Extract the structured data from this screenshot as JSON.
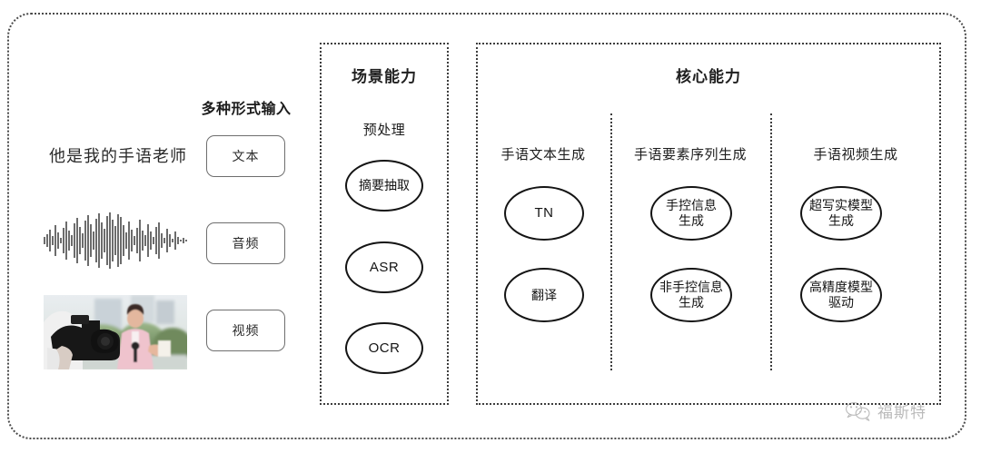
{
  "diagram": {
    "outer_frame": "rounded-dotted-container",
    "input_section": {
      "heading": "多种形式输入",
      "sample_sentence": "他是我的手语老师",
      "modalities": [
        {
          "label": "文本",
          "media": "text-sentence"
        },
        {
          "label": "音频",
          "media": "audio-waveform"
        },
        {
          "label": "视频",
          "media": "video-thumbnail"
        }
      ],
      "video_thumbnail_alt": "摄像师拍摄手持话筒的女记者"
    },
    "scene_panel": {
      "title": "场景能力",
      "group_label": "预处理",
      "nodes": [
        {
          "label": "摘要抽取",
          "script": "cjk"
        },
        {
          "label": "ASR",
          "script": "latin"
        },
        {
          "label": "OCR",
          "script": "latin"
        }
      ]
    },
    "core_panel": {
      "title": "核心能力",
      "columns": [
        {
          "label": "手语文本生成",
          "nodes": [
            {
              "label": "TN",
              "script": "latin"
            },
            {
              "label": "翻译",
              "script": "cjk"
            }
          ]
        },
        {
          "label": "手语要素序列生成",
          "nodes": [
            {
              "label": "手控信息\n生成",
              "script": "cjk"
            },
            {
              "label": "非手控信息\n生成",
              "script": "cjk"
            }
          ]
        },
        {
          "label": "手语视频生成",
          "nodes": [
            {
              "label": "超写实模型\n生成",
              "script": "cjk"
            },
            {
              "label": "高精度模型\n驱动",
              "script": "cjk"
            }
          ]
        }
      ]
    },
    "watermark": {
      "text": "福斯特",
      "icon": "wechat-icon"
    },
    "colors": {
      "stroke": "#141414",
      "panel_stroke": "#3d3d3d",
      "box_stroke": "#6e6e6e",
      "text": "#1c1c1c",
      "background": "#ffffff",
      "watermark_text": "#5d5d5d"
    }
  }
}
